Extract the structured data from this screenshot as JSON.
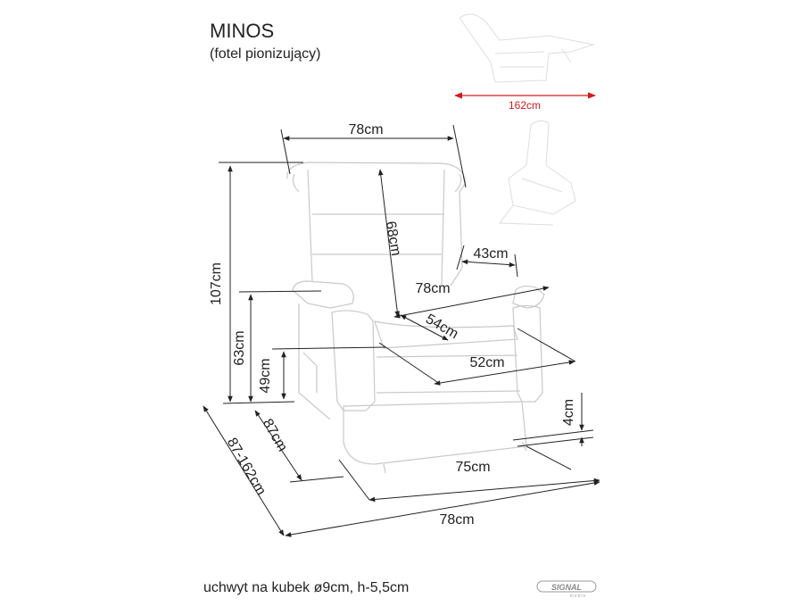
{
  "title": "MINOS",
  "subtitle": "(fotel pionizujący)",
  "dimensions": {
    "recline_length": "162cm",
    "top_width": "78cm",
    "total_height": "107cm",
    "backrest_height": "68cm",
    "armrest_height": "63cm",
    "seat_height": "49cm",
    "armrest_gap": "43cm",
    "armrest_width": "78cm",
    "seat_depth": "54cm",
    "seat_width": "52cm",
    "armrest_depth": "4cm",
    "depth": "87cm",
    "depth_extended": "87-162cm",
    "base_width": "75cm",
    "total_width": "78cm"
  },
  "footnote": "uchwyt na kubek ø9cm, h-5,5cm",
  "logo": {
    "name": "SIGNAL",
    "sub": "meble"
  },
  "colors": {
    "accent": "#d11a1a",
    "line": "#222222"
  }
}
